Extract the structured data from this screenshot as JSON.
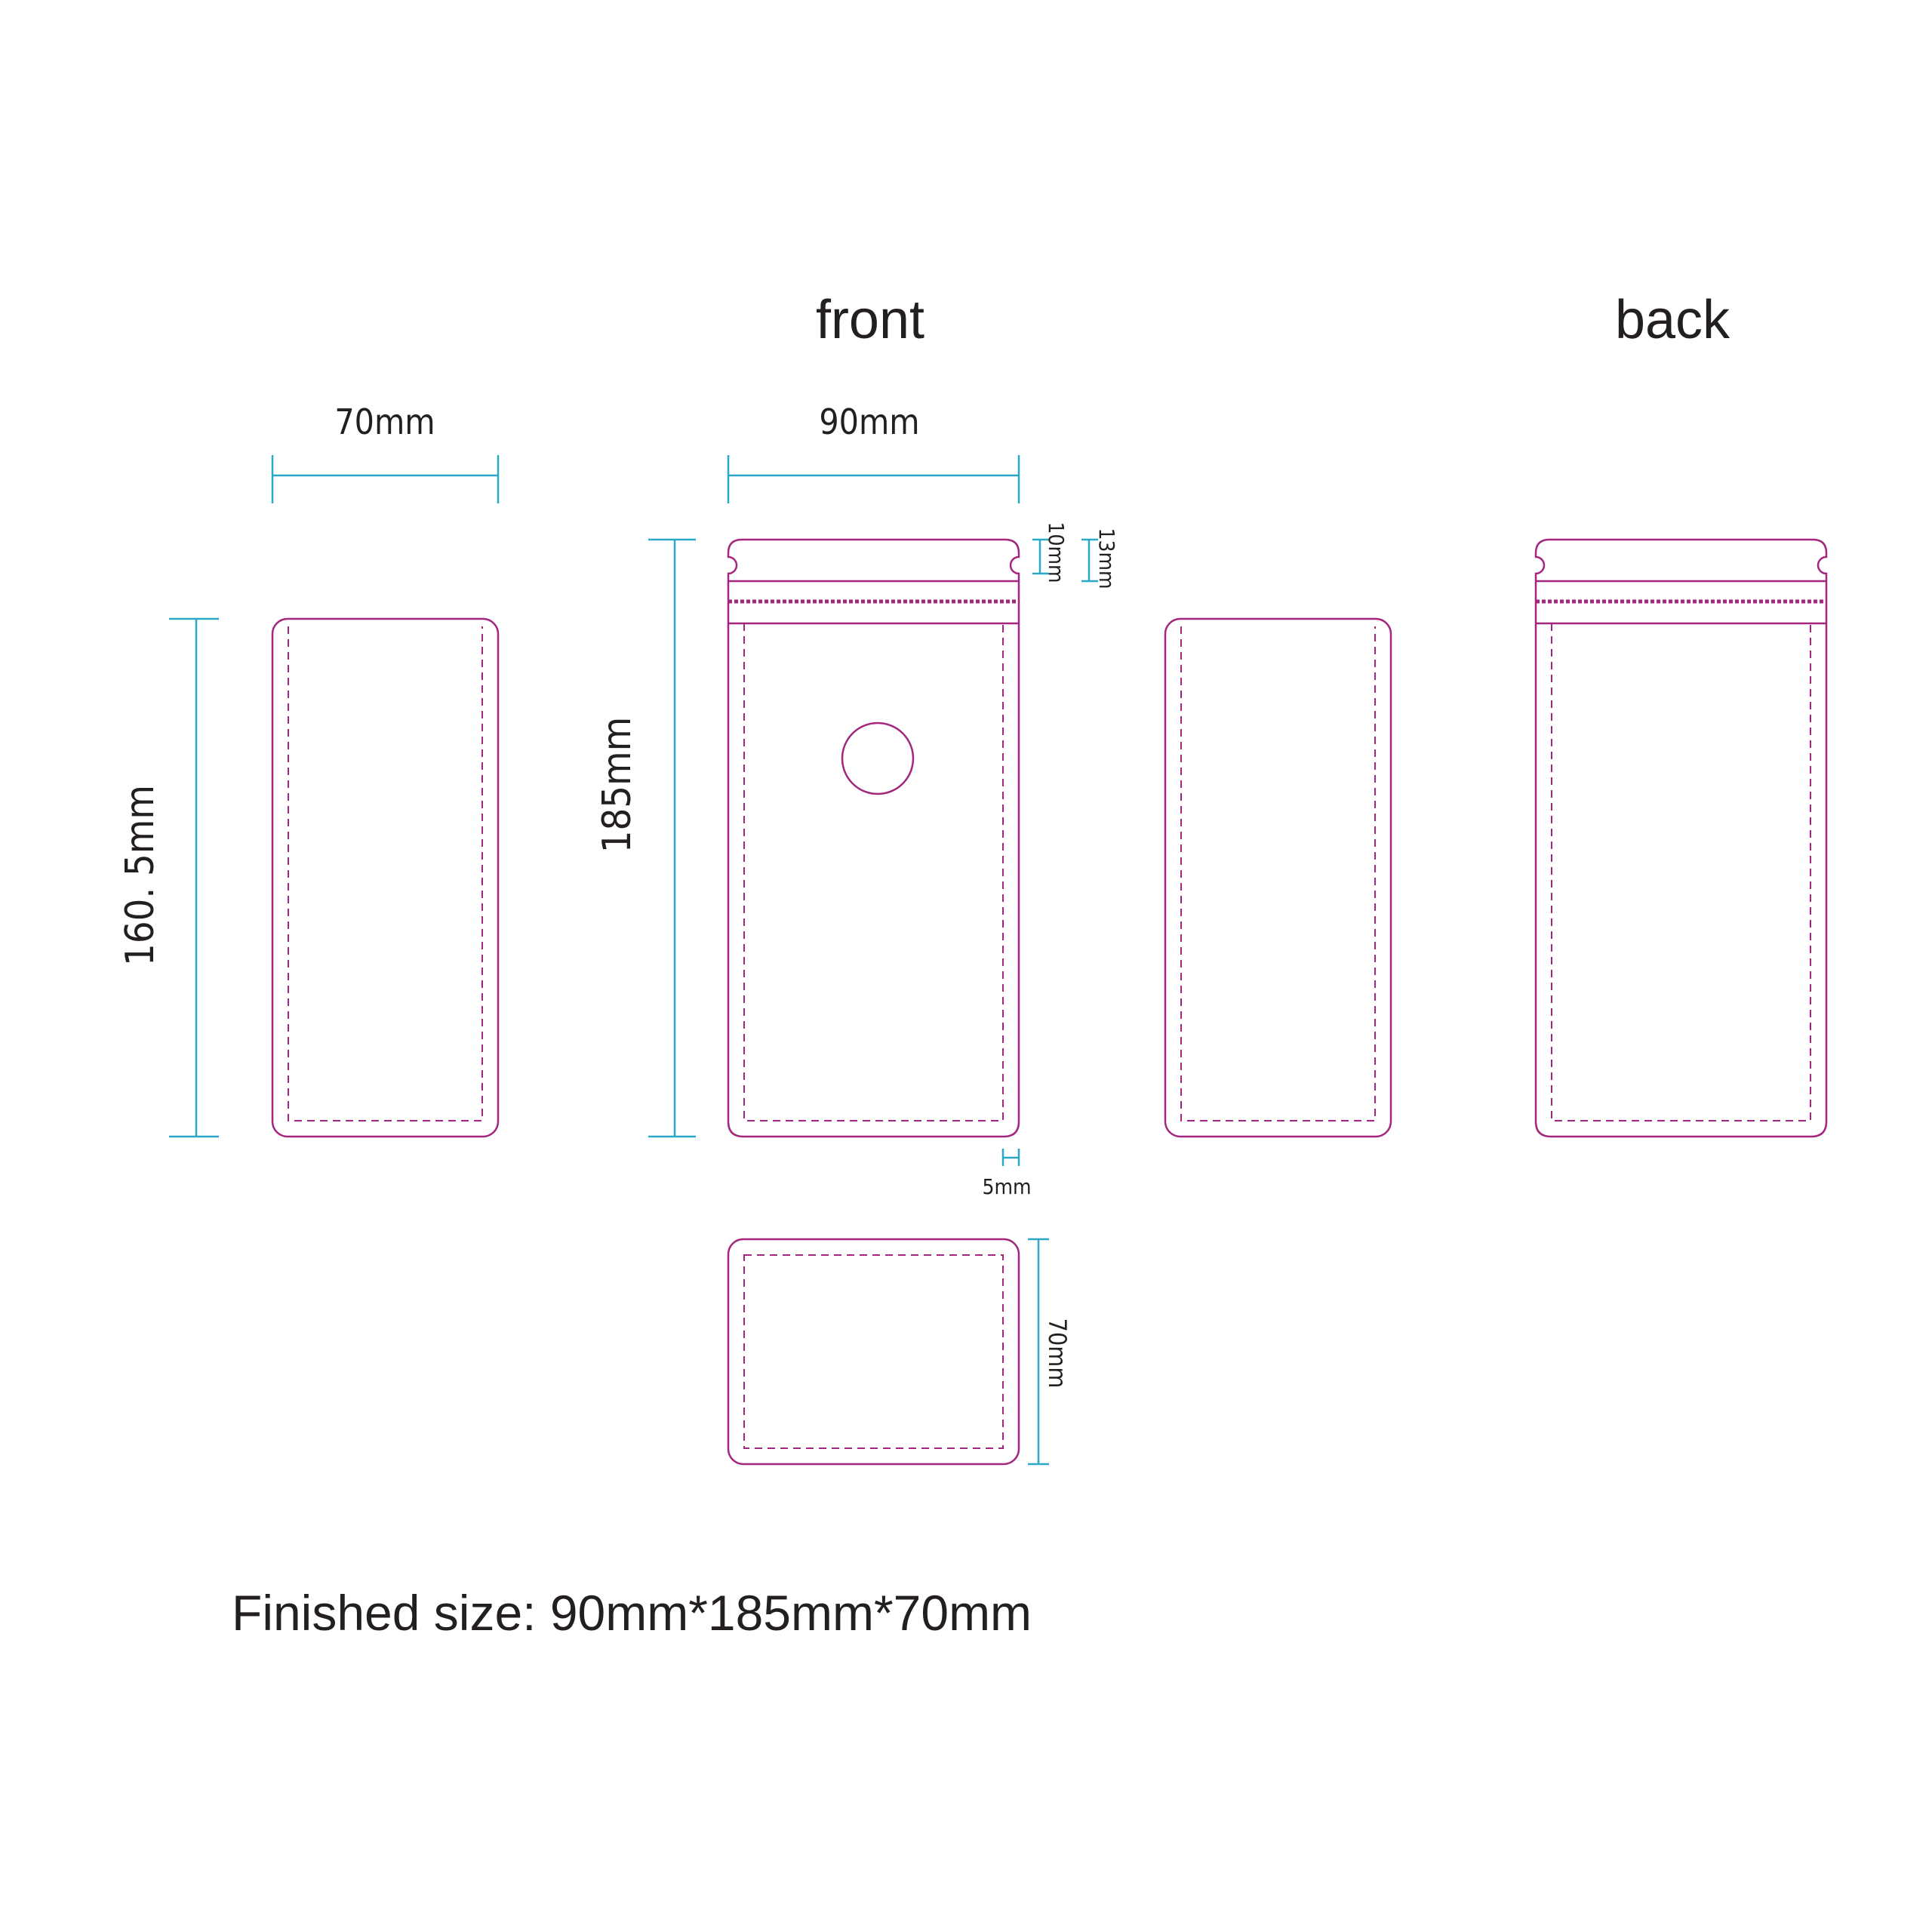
{
  "headings": {
    "front": "front",
    "back": "back"
  },
  "dimensions": {
    "side_width": "70mm",
    "side_height": "160. 5mm",
    "front_width": "90mm",
    "front_height": "185mm",
    "zipper_top": "10mm",
    "tear_line": "13mm",
    "seal_margin": "5mm",
    "bottom_depth": "70mm"
  },
  "footer": {
    "finished_size": "Finished size: 90mm*185mm*70mm"
  },
  "colors": {
    "outline": "#a3277e",
    "dimension": "#2ba8c8",
    "text": "#231f20"
  }
}
